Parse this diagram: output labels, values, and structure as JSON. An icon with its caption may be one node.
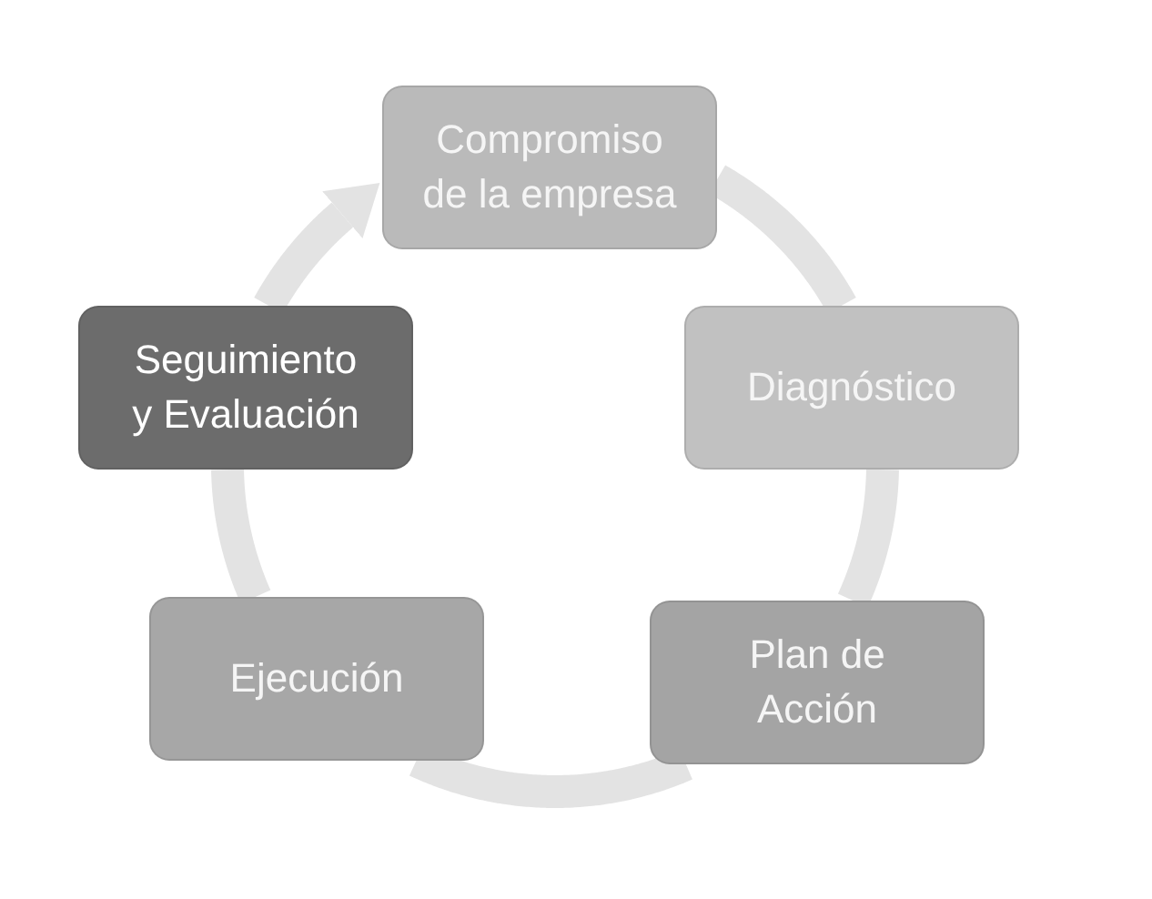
{
  "diagram": {
    "nodes": [
      {
        "text": [
          "Compromiso de la empresa"
        ]
      },
      {
        "text": [
          "Diagnóstico"
        ]
      },
      {
        "text": [
          "Plan de Acción"
        ]
      },
      {
        "text": [
          "Ejecución"
        ]
      },
      {
        "text": [
          "Seguimiento y Evaluación"
        ]
      }
    ],
    "edges": [
      {
        "from": 0,
        "to": 1,
        "arrow": "none"
      },
      {
        "from": 1,
        "to": 2,
        "arrow": "none"
      },
      {
        "from": 2,
        "to": 3,
        "arrow": "none"
      },
      {
        "from": 3,
        "to": 4,
        "arrow": "none"
      },
      {
        "from": 4,
        "to": 0,
        "arrow": "to"
      }
    ]
  }
}
